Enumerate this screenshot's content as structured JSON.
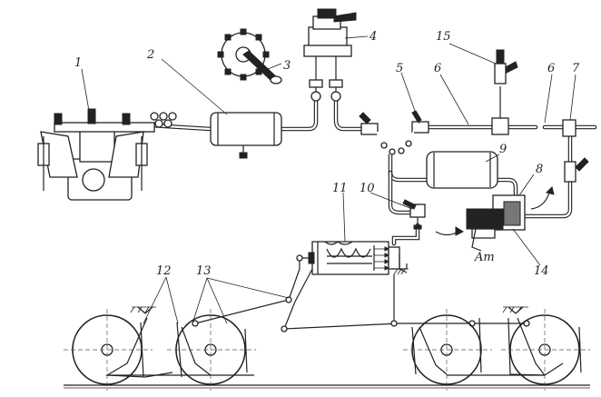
{
  "labels": {
    "l1": "1",
    "l2": "2",
    "l3": "3",
    "l4": "4",
    "l5": "5",
    "l6a": "6",
    "l6b": "6",
    "l7": "7",
    "l8": "8",
    "l9": "9",
    "l10": "10",
    "l11": "11",
    "l12": "12",
    "l13": "13",
    "l14": "14",
    "l15": "15",
    "atm": "Am"
  }
}
